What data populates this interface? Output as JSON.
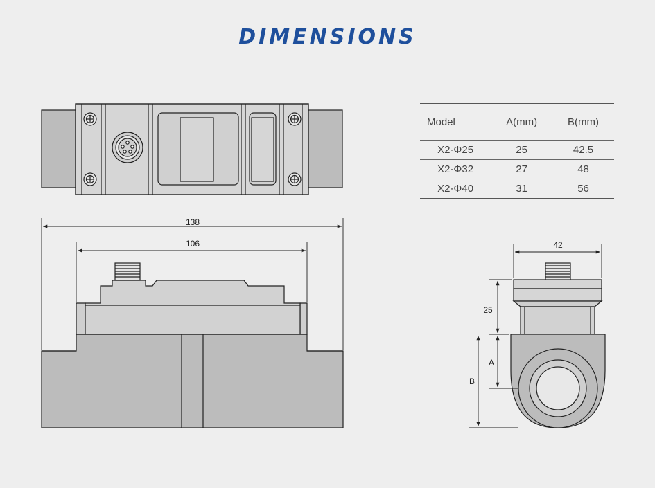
{
  "title": "DIMENSIONS",
  "table": {
    "headers": [
      "Model",
      "A(mm)",
      "B(mm)"
    ],
    "rows": [
      [
        "X2-Φ25",
        "25",
        "42.5"
      ],
      [
        "X2-Φ32",
        "27",
        "48"
      ],
      [
        "X2-Φ40",
        "31",
        "56"
      ]
    ]
  },
  "dimensions": {
    "overall_length": "138",
    "housing_length": "106",
    "width": "42",
    "height": "25",
    "a": "A",
    "b": "B"
  },
  "colors": {
    "title": "#1e4f9c",
    "body_fill": "#bcbcbc",
    "housing_fill": "#cfcfcf",
    "line": "#222222"
  }
}
